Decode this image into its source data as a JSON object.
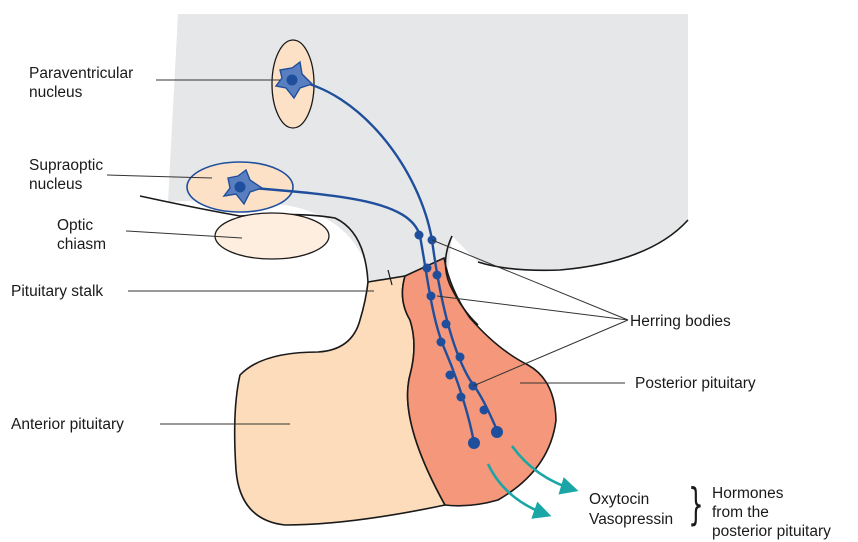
{
  "labels": {
    "paraventricular": "Paraventricular\nnucleus",
    "supraoptic": "Supraoptic\nnucleus",
    "optic_chiasm": "Optic\nchiasm",
    "pituitary_stalk": "Pituitary stalk",
    "anterior_pituitary": "Anterior pituitary",
    "herring_bodies": "Herring bodies",
    "posterior_pituitary": "Posterior pituitary",
    "oxytocin": "Oxytocin",
    "vasopressin": "Vasopressin",
    "hormones_note": "Hormones\nfrom the\nposterior pituitary",
    "brace": "}"
  },
  "colors": {
    "hypothalamus": "#e6e7e8",
    "anterior": "#fcdcbb",
    "posterior": "#f4977a",
    "nucleus_fill": "#fce1c6",
    "optic_chiasm_fill": "#fdeedf",
    "axon": "#1f4f9c",
    "neuron_body": "#5a7fc0",
    "arrow": "#1aa6a6",
    "leader": "#333333"
  }
}
